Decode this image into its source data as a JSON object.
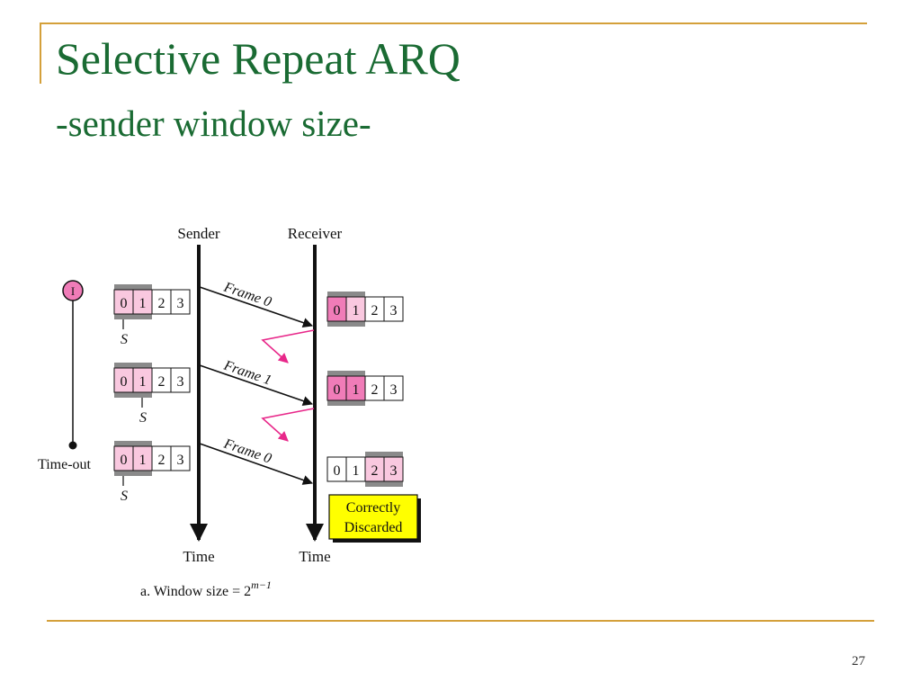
{
  "slide": {
    "title": "Selective Repeat ARQ",
    "subtitle": "-sender window size-",
    "page_number": "27"
  },
  "diagram": {
    "sender_label": "Sender",
    "receiver_label": "Receiver",
    "time_label_sender": "Time",
    "time_label_receiver": "Time",
    "timer_icon_text": "I",
    "timeout_label": "Time-out",
    "s_marker": "S",
    "window_cells": [
      "0",
      "1",
      "2",
      "3"
    ],
    "frames": [
      {
        "label": "Frame 0"
      },
      {
        "label": "Frame 1"
      },
      {
        "label": "Frame 0"
      }
    ],
    "result_label_line1": "Correctly",
    "result_label_line2": "Discarded",
    "caption_prefix": "a. Window size = 2",
    "caption_exponent": "m−1",
    "colors": {
      "pink_dark": "#f07cb8",
      "pink_light": "#f9c8df",
      "lost_ack": "#e8288a",
      "gray_bar": "#8a8a8a",
      "callout_yellow": "#ffff00"
    }
  }
}
